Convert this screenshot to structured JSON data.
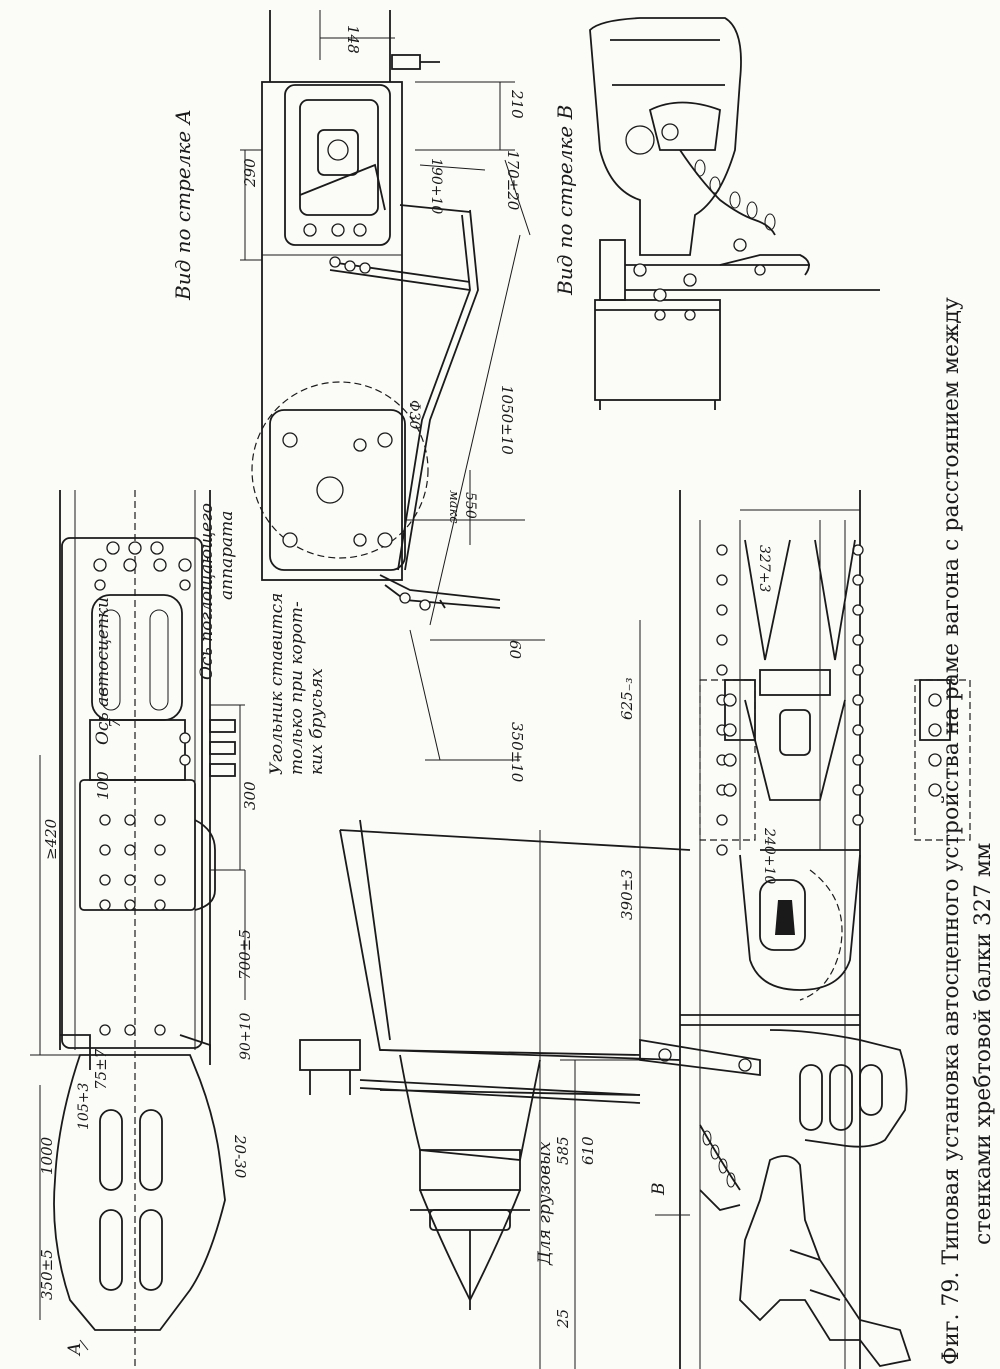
{
  "caption": {
    "line1": "Фиг. 79. Типовая установка автосцепного устройства на раме вагона с расстоянием между",
    "line2": "стенками хребтовой балки 327 мм"
  },
  "views": {
    "arrow_a": "Вид по стрелке А",
    "arrow_b": "Вид по стрелке В"
  },
  "labels": {
    "coupler_axis": "Ось автосцепки",
    "draft_gear_axis_1": "Ось поглощающего",
    "draft_gear_axis_2": "аппарата",
    "note_1": "Угольник ставится",
    "note_2": "только при корот-",
    "note_3": "ких брусьях",
    "freight": "Для грузовых",
    "arrow_a_letter": "A",
    "arrow_b_letter": "B"
  },
  "dimensions": {
    "d148": "148",
    "d210": "210",
    "d290": "290",
    "d190": "190+10",
    "d170": "170±20",
    "d1050": "1050±10",
    "d30": "Ф30",
    "d550": "550",
    "d550max": "макс",
    "d60": "60",
    "d350b": "350±10",
    "d327": "327+3",
    "d625": "625₋₃",
    "d390": "390±3",
    "d240": "240+10",
    "d610": "610",
    "d585": "585",
    "d25": "25",
    "d1000": "1000",
    "d75": "75±7",
    "d105": "105+3",
    "d350a": "350±5",
    "d2030": "20-30",
    "d420": "≥420",
    "d100": "100",
    "d7": "7",
    "d300": "300",
    "d700": "700±5",
    "d90": "90+10"
  }
}
